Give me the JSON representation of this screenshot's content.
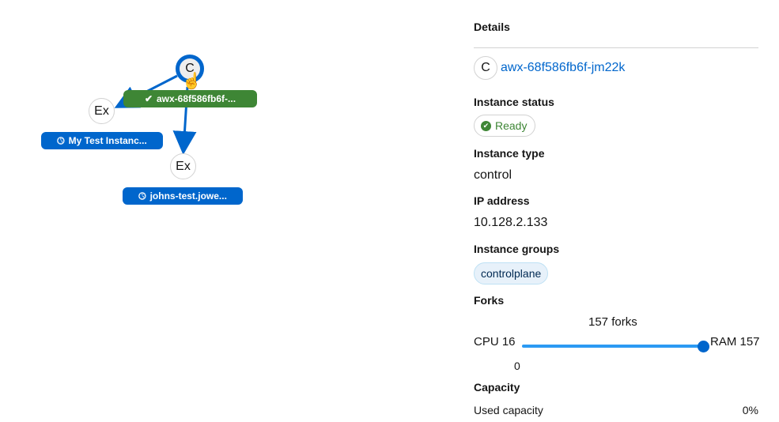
{
  "graph": {
    "nodes": [
      {
        "label": "C",
        "badge": "awx-68f586fb6f-...",
        "status": "ready"
      },
      {
        "label": "Ex",
        "badge": "My Test Instanc...",
        "status": "pending"
      },
      {
        "label": "Ex",
        "badge": "johns-test.jowe...",
        "status": "pending"
      }
    ]
  },
  "details": {
    "title": "Details",
    "node_type_letter": "C",
    "instance_name": "awx-68f586fb6f-jm22k",
    "status_label": "Instance status",
    "status_value": "Ready",
    "type_label": "Instance type",
    "type_value": "control",
    "ip_label": "IP address",
    "ip_value": "10.128.2.133",
    "groups_label": "Instance groups",
    "groups": [
      "controlplane"
    ],
    "forks_label": "Forks",
    "forks_value": "157 forks",
    "cpu_label": "CPU 16",
    "ram_label": "RAM 157",
    "slider_min": "0",
    "slider_fraction": 1.0,
    "capacity_label": "Capacity",
    "used_capacity_label": "Used capacity",
    "used_capacity_value": "0%"
  },
  "colors": {
    "accent": "#0066cc",
    "success": "#3e8635",
    "slider": "#2b9af3"
  }
}
